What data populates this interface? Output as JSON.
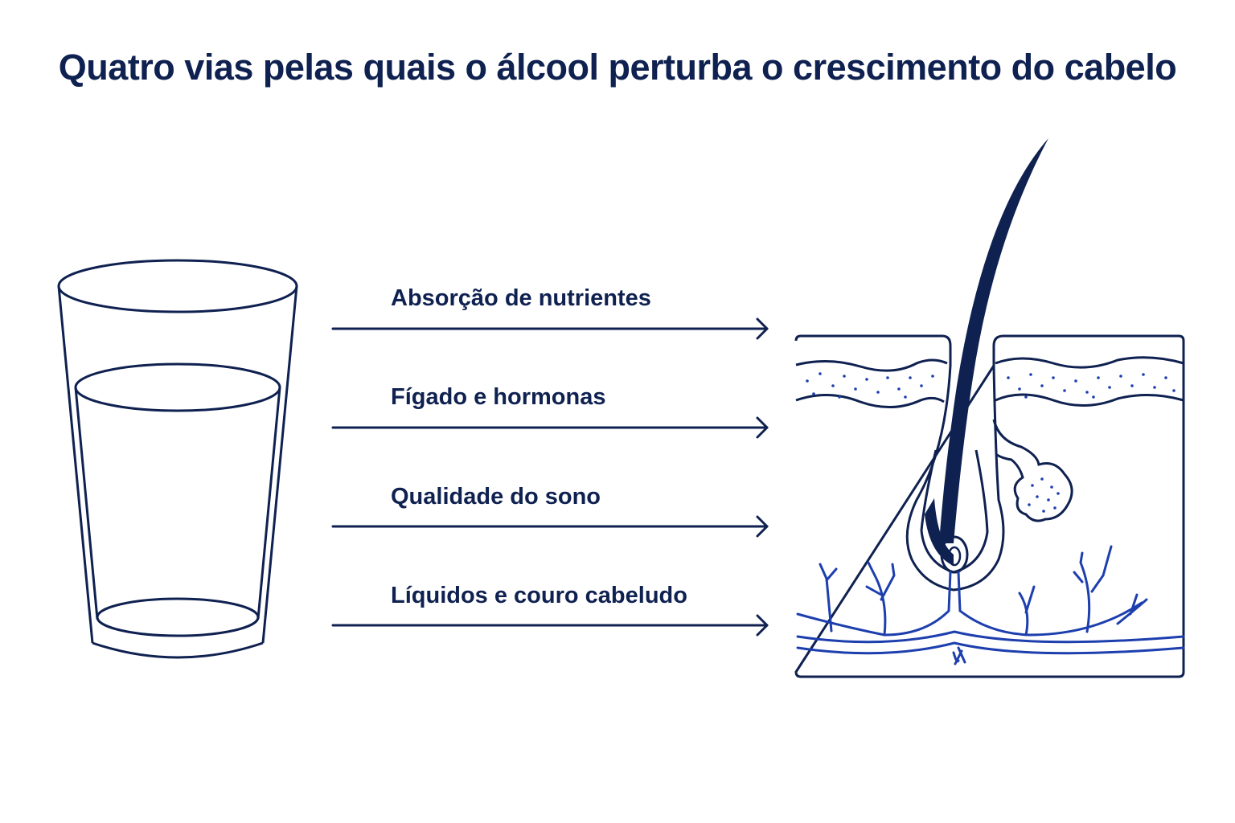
{
  "title": "Quatro vias pelas quais o álcool perturba o crescimento do cabelo",
  "pathways": [
    {
      "label": "Absorção de nutrientes"
    },
    {
      "label": "Fígado e hormonas"
    },
    {
      "label": "Qualidade do sono"
    },
    {
      "label": "Líquidos e couro cabeludo"
    }
  ],
  "icons": {
    "left": "water-glass-icon",
    "right": "hair-follicle-icon",
    "connector": "arrow-right-icon"
  },
  "colors": {
    "ink": "#0f2150",
    "vessel": "#1d3fae",
    "background": "#ffffff"
  }
}
